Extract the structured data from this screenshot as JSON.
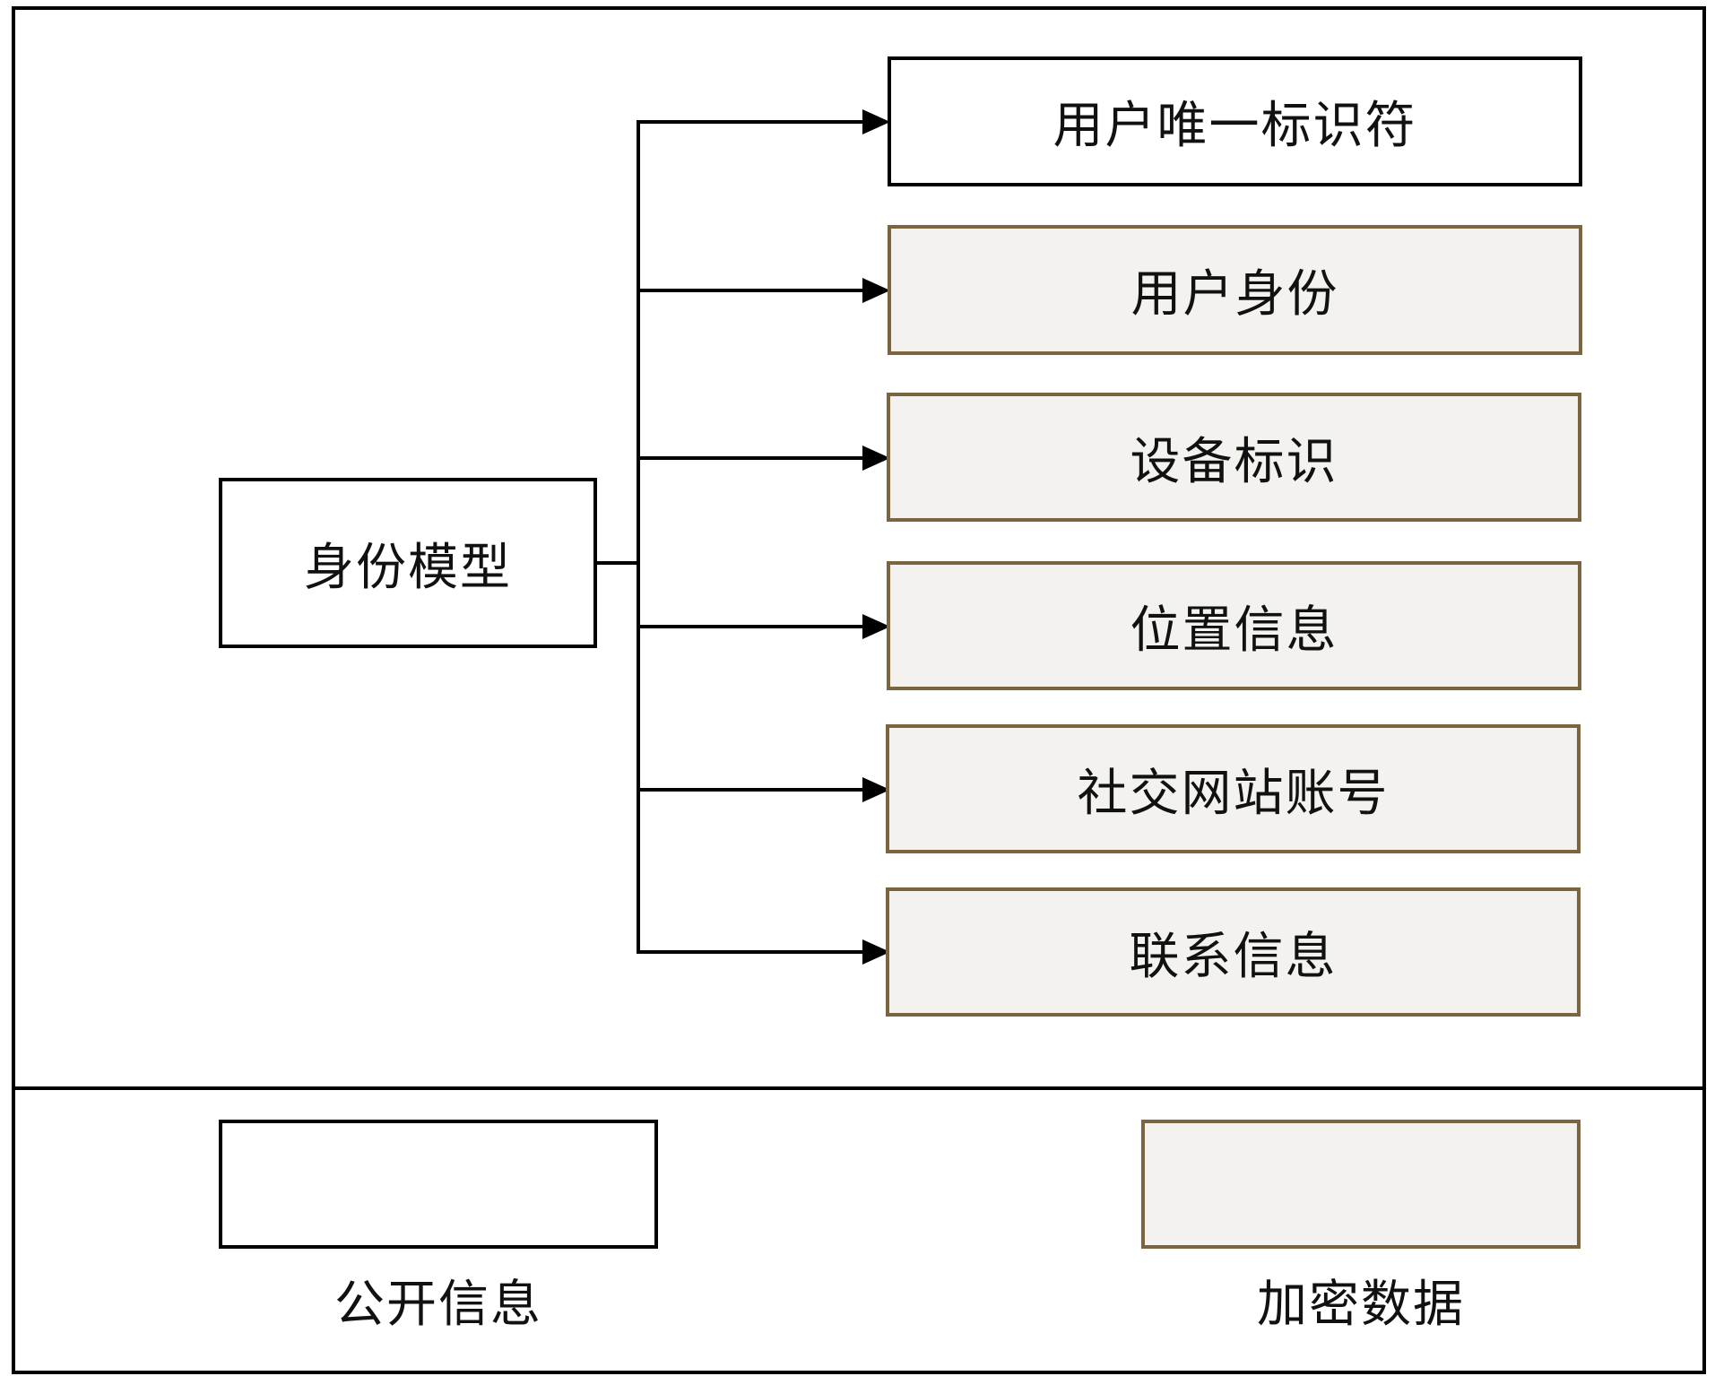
{
  "root": {
    "label": "身份模型"
  },
  "children": [
    {
      "label": "用户唯一标识符",
      "kind": "public"
    },
    {
      "label": "用户身份",
      "kind": "encrypted"
    },
    {
      "label": "设备标识",
      "kind": "encrypted"
    },
    {
      "label": "位置信息",
      "kind": "encrypted"
    },
    {
      "label": "社交网站账号",
      "kind": "encrypted"
    },
    {
      "label": "联系信息",
      "kind": "encrypted"
    }
  ],
  "legend": {
    "public_label": "公开信息",
    "encrypted_label": "加密数据"
  },
  "colors": {
    "public_fill": "#ffffff",
    "public_border": "#000000",
    "encrypted_fill": "#f3f2ee",
    "encrypted_border": "#7a6540"
  }
}
